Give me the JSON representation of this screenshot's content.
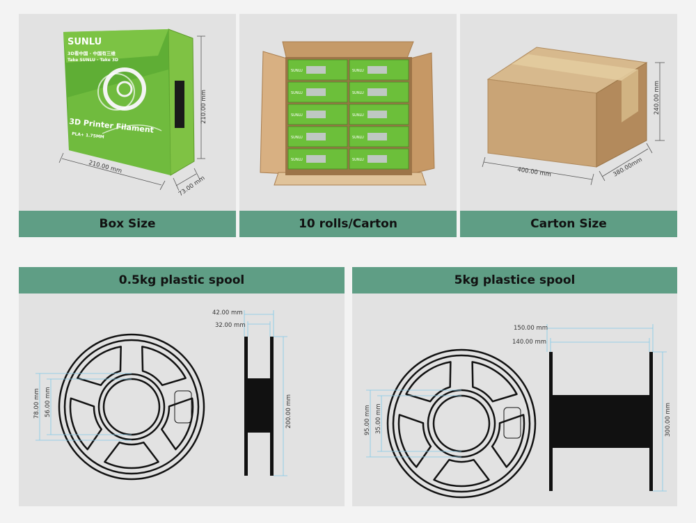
{
  "colors": {
    "band": "#5f9e85",
    "panel": "#e2e2e2",
    "box_green": "#6cbf3a",
    "dim_line": "#7fc8e8"
  },
  "top_panels": {
    "box_size": {
      "caption": "Box Size",
      "brand": "SUNLU",
      "tagline_cn": "3D看中国 · 中国有三维",
      "tagline_en": "Take SUNLU · Take 3D",
      "product": "3D Printer Filament",
      "spec_line": "PLA+ 1.75MM",
      "dims": {
        "height": "210.00 mm",
        "width": "210.00 mm",
        "depth": "73.00 mm"
      }
    },
    "rolls": {
      "caption": "10 rolls/Carton",
      "box_label": "SUNLU"
    },
    "carton": {
      "caption": "Carton Size",
      "dims": {
        "height": "240.00 mm",
        "length": "400.00 mm",
        "depth": "380.00mm"
      }
    }
  },
  "spools": {
    "small": {
      "title": "0.5kg plastic spool",
      "dims": {
        "outer_width": "42.00 mm",
        "inner_width": "32.00 mm",
        "hub_outer": "78.00 mm",
        "hub_inner": "56.00 mm",
        "diameter": "200.00 mm"
      }
    },
    "large": {
      "title": "5kg plastice spool",
      "dims": {
        "outer_width": "150.00 mm",
        "inner_width": "140.00 mm",
        "hub_outer": "95.00 mm",
        "hub_inner": "35.00 mm",
        "diameter": "300.00 mm"
      }
    }
  }
}
